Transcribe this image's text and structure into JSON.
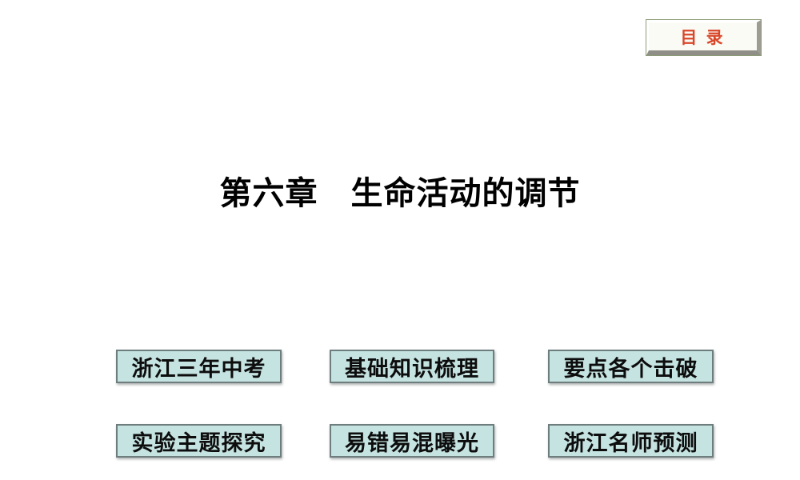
{
  "slide": {
    "background_color": "#ffffff",
    "toc_button": {
      "label": "目 录",
      "text_color": "#d9472a",
      "fill_color": "#fbfbf5",
      "frame_color": "#8c9b77"
    },
    "title": "第六章　生命活动的调节",
    "nav": {
      "fill_color": "#c5e3e1",
      "border_color": "#6e7d7d",
      "text_color": "#0d0d0d",
      "items": [
        {
          "label": "浙江三年中考"
        },
        {
          "label": "基础知识梳理"
        },
        {
          "label": "要点各个击破"
        },
        {
          "label": "实验主题探究"
        },
        {
          "label": "易错易混曝光"
        },
        {
          "label": "浙江名师预测"
        }
      ]
    }
  }
}
